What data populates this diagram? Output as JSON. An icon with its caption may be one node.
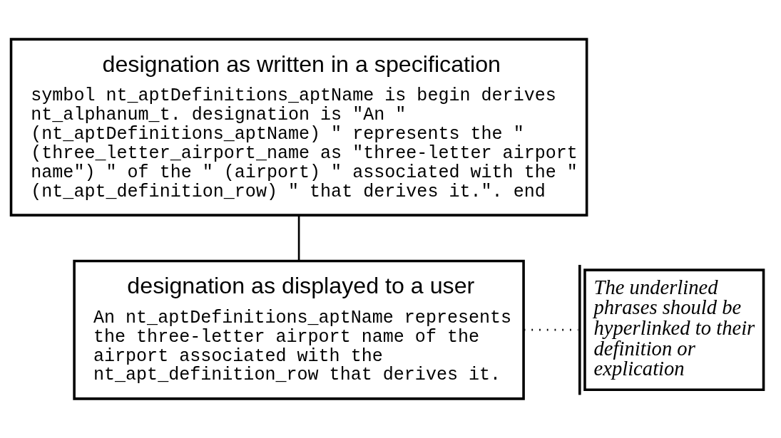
{
  "diagram": {
    "nodes": [
      {
        "text": [
          "designation as written in a specification",
          "symbol nt_aptDefinitions_aptName is begin derives nt_alphanum_t. designation is \"An \" (nt_aptDefinitions_aptName) \" represents the \" (three_letter_airport_name as \"three-letter airport name\") \" of the \" (airport) \" associated with the \" (nt_apt_definition_row) \" that derives it.\". end"
        ]
      },
      {
        "text": [
          "designation as displayed to a user",
          "An nt_aptDefinitions_aptName represents the three-letter airport name of the airport associated with the nt_apt_definition_row that derives it."
        ]
      },
      {
        "text": [
          "The underlined phrases should be hyperlinked to their definition or explication"
        ]
      }
    ],
    "edges": [
      {
        "from": 0,
        "to": 1,
        "arrow": "none"
      },
      {
        "from": 1,
        "to": 2,
        "arrow": "none",
        "style": "dashed"
      }
    ]
  }
}
